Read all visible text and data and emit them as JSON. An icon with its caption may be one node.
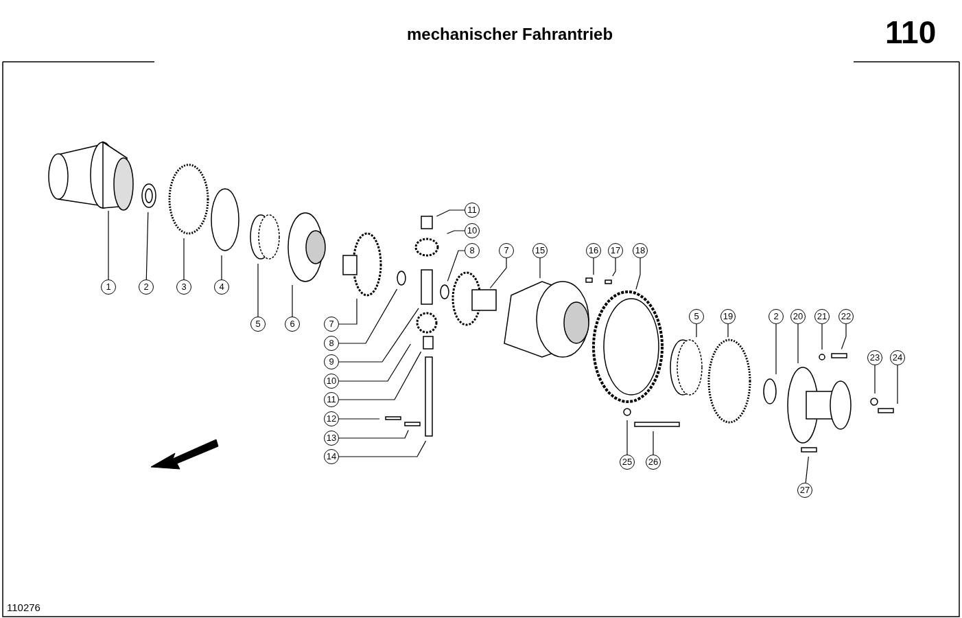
{
  "diagram": {
    "title": "mechanischer Fahrantrieb",
    "nodes": [
      {
        "text": [
          "1"
        ]
      },
      {
        "text": [
          "2"
        ]
      },
      {
        "text": [
          "3"
        ]
      },
      {
        "text": [
          "4"
        ]
      },
      {
        "text": [
          "5"
        ]
      },
      {
        "text": [
          "6"
        ]
      },
      {
        "text": [
          "7"
        ]
      },
      {
        "text": [
          "8"
        ]
      },
      {
        "text": [
          "9"
        ]
      },
      {
        "text": [
          "10"
        ]
      },
      {
        "text": [
          "11"
        ]
      },
      {
        "text": [
          "12"
        ]
      },
      {
        "text": [
          "13"
        ]
      },
      {
        "text": [
          "14"
        ]
      },
      {
        "text": [
          "11"
        ]
      },
      {
        "text": [
          "10"
        ]
      },
      {
        "text": [
          "8"
        ]
      },
      {
        "text": [
          "7"
        ]
      },
      {
        "text": [
          "15"
        ]
      },
      {
        "text": [
          "16"
        ]
      },
      {
        "text": [
          "17"
        ]
      },
      {
        "text": [
          "18"
        ]
      },
      {
        "text": [
          "5"
        ]
      },
      {
        "text": [
          "19"
        ]
      },
      {
        "text": [
          "2"
        ]
      },
      {
        "text": [
          "20"
        ]
      },
      {
        "text": [
          "21"
        ]
      },
      {
        "text": [
          "22"
        ]
      },
      {
        "text": [
          "23"
        ]
      },
      {
        "text": [
          "24"
        ]
      },
      {
        "text": [
          "25"
        ]
      },
      {
        "text": [
          "26"
        ]
      },
      {
        "text": [
          "27"
        ]
      }
    ],
    "edges": [
      {
        "from": 0,
        "to": null,
        "arrow": "none"
      },
      {
        "from": 1,
        "to": null,
        "arrow": "none"
      },
      {
        "from": 2,
        "to": null,
        "arrow": "none"
      },
      {
        "from": 3,
        "to": null,
        "arrow": "none"
      },
      {
        "from": 4,
        "to": null,
        "arrow": "none"
      },
      {
        "from": 5,
        "to": null,
        "arrow": "none"
      },
      {
        "from": 6,
        "to": null,
        "arrow": "none"
      },
      {
        "from": 7,
        "to": null,
        "arrow": "none"
      },
      {
        "from": 8,
        "to": null,
        "arrow": "none"
      },
      {
        "from": 9,
        "to": null,
        "arrow": "none"
      },
      {
        "from": 10,
        "to": null,
        "arrow": "none"
      },
      {
        "from": 11,
        "to": null,
        "arrow": "none"
      },
      {
        "from": 12,
        "to": null,
        "arrow": "none"
      },
      {
        "from": 13,
        "to": null,
        "arrow": "none"
      },
      {
        "from": 14,
        "to": null,
        "arrow": "none"
      },
      {
        "from": 15,
        "to": null,
        "arrow": "none"
      },
      {
        "from": 16,
        "to": null,
        "arrow": "none"
      },
      {
        "from": 17,
        "to": null,
        "arrow": "none"
      },
      {
        "from": 18,
        "to": null,
        "arrow": "none"
      },
      {
        "from": 19,
        "to": null,
        "arrow": "none"
      },
      {
        "from": 20,
        "to": null,
        "arrow": "none"
      },
      {
        "from": 21,
        "to": null,
        "arrow": "none"
      },
      {
        "from": 22,
        "to": null,
        "arrow": "none"
      },
      {
        "from": 23,
        "to": null,
        "arrow": "none"
      },
      {
        "from": 24,
        "to": null,
        "arrow": "none"
      },
      {
        "from": 25,
        "to": null,
        "arrow": "none"
      },
      {
        "from": 26,
        "to": null,
        "arrow": "none"
      },
      {
        "from": 27,
        "to": null,
        "arrow": "none"
      },
      {
        "from": 28,
        "to": null,
        "arrow": "none"
      },
      {
        "from": 29,
        "to": null,
        "arrow": "none"
      },
      {
        "from": 30,
        "to": null,
        "arrow": "none"
      },
      {
        "from": 31,
        "to": null,
        "arrow": "none"
      },
      {
        "from": 32,
        "to": null,
        "arrow": "none"
      }
    ],
    "labels": [
      "110",
      "110276"
    ]
  }
}
